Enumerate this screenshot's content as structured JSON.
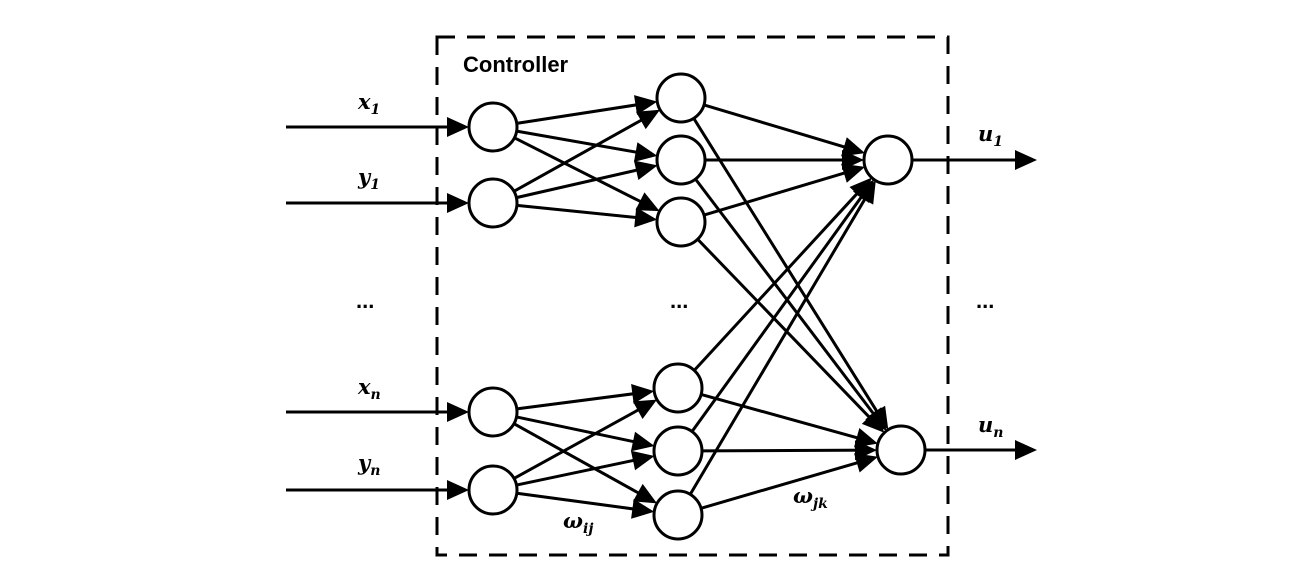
{
  "diagram": {
    "title": "Controller",
    "inputs": [
      {
        "symbol": "x",
        "sub": "1"
      },
      {
        "symbol": "y",
        "sub": "1"
      },
      {
        "symbol": "x",
        "sub": "n"
      },
      {
        "symbol": "y",
        "sub": "n"
      }
    ],
    "outputs": [
      {
        "symbol": "u",
        "sub": "1"
      },
      {
        "symbol": "u",
        "sub": "n"
      }
    ],
    "weights": {
      "input_hidden": {
        "symbol": "ω",
        "sub": "ij"
      },
      "hidden_output": {
        "symbol": "ω",
        "sub": "jk"
      }
    },
    "ellipsis": "...",
    "layers": {
      "input_nodes": 4,
      "hidden_nodes": 6,
      "output_nodes": 2
    },
    "connections": {
      "input_to_hidden": [
        [
          0,
          0
        ],
        [
          0,
          1
        ],
        [
          0,
          2
        ],
        [
          1,
          0
        ],
        [
          1,
          1
        ],
        [
          1,
          2
        ],
        [
          2,
          3
        ],
        [
          2,
          4
        ],
        [
          2,
          5
        ],
        [
          3,
          3
        ],
        [
          3,
          4
        ],
        [
          3,
          5
        ]
      ],
      "hidden_to_output": [
        [
          0,
          0
        ],
        [
          1,
          0
        ],
        [
          2,
          0
        ],
        [
          3,
          0
        ],
        [
          4,
          0
        ],
        [
          5,
          0
        ],
        [
          0,
          1
        ],
        [
          1,
          1
        ],
        [
          2,
          1
        ],
        [
          3,
          1
        ],
        [
          4,
          1
        ],
        [
          5,
          1
        ]
      ]
    }
  }
}
